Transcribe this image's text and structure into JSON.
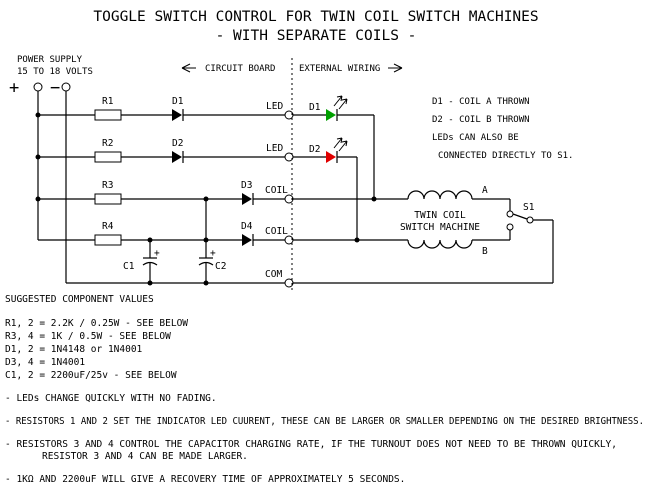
{
  "title": {
    "line1": "TOGGLE SWITCH CONTROL FOR TWIN COIL SWITCH MACHINES",
    "line2": "- WITH SEPARATE COILS -"
  },
  "power_supply": {
    "label_line1": "POWER SUPPLY",
    "label_line2": "15 TO 18 VOLTS",
    "plus": "+",
    "minus": "−"
  },
  "boundary": {
    "left_label": "CIRCUIT BOARD",
    "right_label": "EXTERNAL WIRING"
  },
  "components": {
    "r1": "R1",
    "r2": "R2",
    "r3": "R3",
    "r4": "R4",
    "d1": "D1",
    "d2": "D2",
    "d3": "D3",
    "d4": "D4",
    "led_d1": "D1",
    "led_d2": "D2",
    "c1": "C1",
    "c2": "C2",
    "cap_plus": "+",
    "s1": "S1",
    "a": "A",
    "b": "B",
    "machine_line1": "TWIN COIL",
    "machine_line2": "SWITCH MACHINE"
  },
  "terminals": {
    "led1": "LED",
    "led2": "LED",
    "coil1": "COIL",
    "coil2": "COIL",
    "com": "COM"
  },
  "side_notes": [
    "D1 - COIL A THROWN",
    "D2 - COIL B THROWN",
    "LEDs CAN ALSO BE",
    "CONNECTED DIRECTLY TO S1."
  ],
  "colors": {
    "led_d1": "#00a000",
    "led_d2": "#e00000"
  },
  "values_heading": "SUGGESTED COMPONENT VALUES",
  "values": [
    "R1, 2 = 2.2K / 0.25W - SEE BELOW",
    "R3, 4 = 1K / 0.5W - SEE BELOW",
    "D1, 2 = 1N4148 or 1N4001",
    "D3, 4 = 1N4001",
    "C1, 2 = 2200uF/25v - SEE BELOW"
  ],
  "notes": [
    "- LEDs CHANGE QUICKLY WITH NO FADING.",
    "- RESISTORS 1 AND 2 SET THE INDICATOR LED CUURENT, THESE CAN BE LARGER OR SMALLER DEPENDING ON THE DESIRED BRIGHTNESS.",
    "- RESISTORS 3 AND 4 CONTROL THE CAPACITOR CHARGING RATE, IF THE TURNOUT DOES NOT NEED TO BE THROWN QUICKLY,",
    "RESISTOR 3 AND 4 CAN BE MADE LARGER.",
    "- 1KΩ AND 2200uF WILL GIVE A RECOVERY TIME OF APPROXIMATELY 5 SECONDS."
  ]
}
